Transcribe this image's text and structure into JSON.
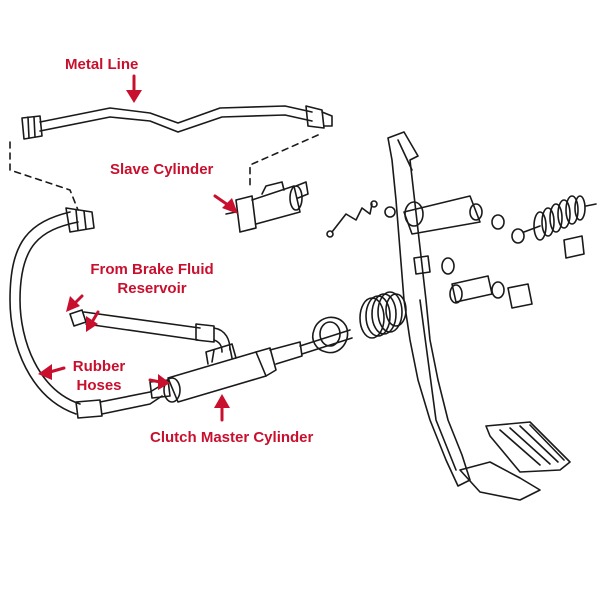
{
  "labels": {
    "metal_line": "Metal Line",
    "slave_cylinder": "Slave Cylinder",
    "brake_fluid_line1": "From Brake Fluid",
    "brake_fluid_line2": "Reservoir",
    "rubber_line1": "Rubber",
    "rubber_line2": "Hoses",
    "clutch_master": "Clutch Master Cylinder"
  },
  "colors": {
    "label": "#c8102e",
    "line": "#1a1a1a",
    "background": "#ffffff"
  }
}
